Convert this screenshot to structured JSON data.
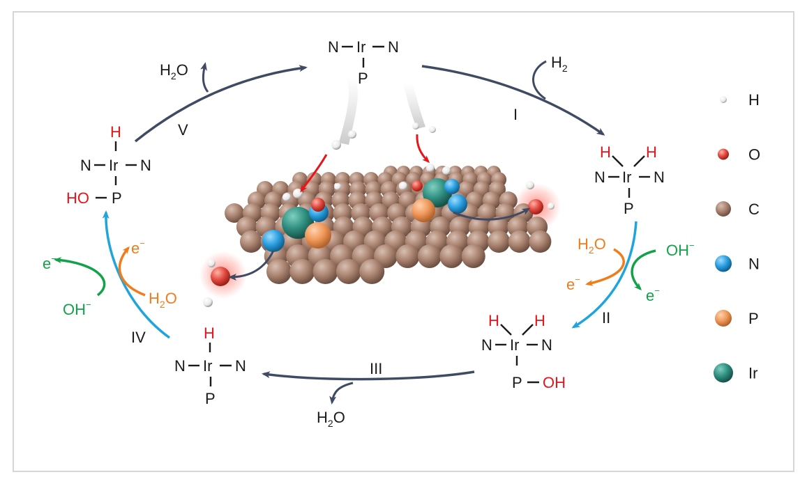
{
  "species": {
    "top": {
      "left": "N",
      "metal": "Ir",
      "right": "N",
      "below": "P"
    },
    "right": {
      "h1": "H",
      "h2": "H",
      "left": "N",
      "metal": "Ir",
      "right": "N",
      "below": "P"
    },
    "bottom_right": {
      "h1": "H",
      "h2": "H",
      "left": "N",
      "metal": "Ir",
      "right": "N",
      "below": "P",
      "oh": "OH"
    },
    "bottom_left": {
      "h": "H",
      "left": "N",
      "metal": "Ir",
      "right": "N",
      "below": "P"
    },
    "left": {
      "h": "H",
      "left": "N",
      "metal": "Ir",
      "right": "N",
      "below": "P",
      "ho": "HO"
    }
  },
  "steps": {
    "I": "I",
    "II": "II",
    "III": "III",
    "IV": "IV",
    "V": "V"
  },
  "molecules": {
    "h2": {
      "main": "H",
      "sub": "2"
    },
    "h2o": {
      "main": "H",
      "sub": "2",
      "tail": "O"
    },
    "oh": {
      "main": "OH",
      "sup": "−"
    },
    "e": {
      "main": "e",
      "sup": "−"
    }
  },
  "legend": [
    {
      "label": "H",
      "color": "#e9e9e9"
    },
    {
      "label": "O",
      "color": "#e24a3f"
    },
    {
      "label": "C",
      "color": "#a9826f"
    },
    {
      "label": "N",
      "color": "#2a9fe0"
    },
    {
      "label": "P",
      "color": "#f0985a"
    },
    {
      "label": "Ir",
      "color": "#2f8f80"
    }
  ],
  "colors": {
    "arrow": "#3f4a63",
    "blue": "#1fa5dc",
    "orange": "#ef7d1c",
    "green": "#13a14a",
    "red": "#e8141a",
    "carbon": "#a9826f",
    "iridium": "#2f8f80"
  }
}
